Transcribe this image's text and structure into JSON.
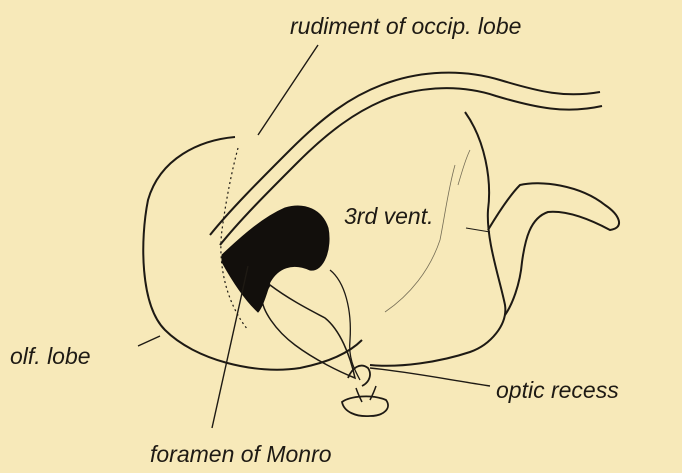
{
  "figure": {
    "labels": {
      "occipital_lobe": "rudiment of occip. lobe",
      "third_ventricle": "3rd vent.",
      "olfactory_lobe": "olf. lobe",
      "optic_recess": "optic recess",
      "foramen_of_monro": "foramen of Monro"
    },
    "colors": {
      "paper": "#f7e9b9",
      "ink": "#1e1a14",
      "foramen_fill": "#120f0c"
    }
  }
}
